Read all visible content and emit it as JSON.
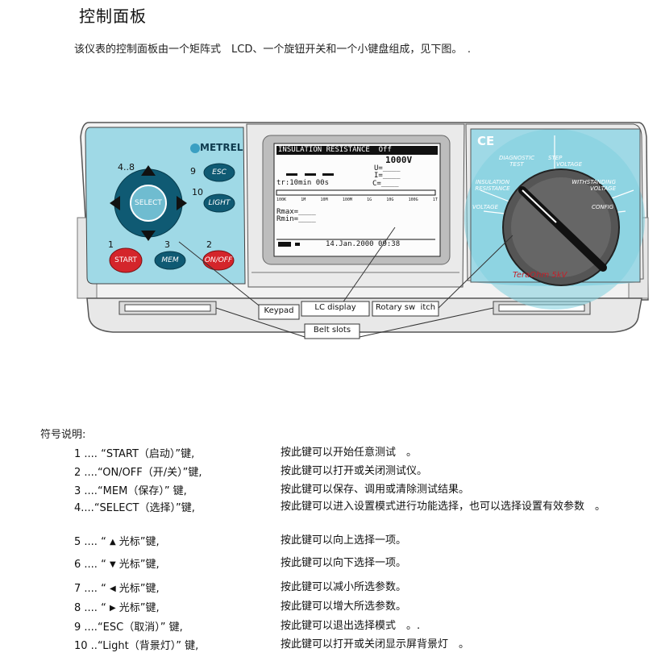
{
  "page": {
    "title": "控制面板",
    "intro": "该仪表的控制面板由一个矩阵式　LCD、一个旋钮开关和一个小键盘组成，见下图。　."
  },
  "device": {
    "brand": "METREL",
    "model": "TeraOhm 5kV",
    "ce_mark": "CE",
    "keys": {
      "select": "SELECT",
      "esc": "ESC",
      "light": "LIGHT",
      "start": "START",
      "mem": "MEM",
      "onoff": "ON/OFF"
    },
    "key_numbers": {
      "arrows": "4..8",
      "esc": "9",
      "light": "10",
      "start": "1",
      "mem": "3",
      "onoff": "2"
    },
    "lcd": {
      "line1": "INSULATION RESISTANCE  Off",
      "voltage": "1000V",
      "u": "U=____",
      "i": "I=____",
      "c": "C=____",
      "tr": "tr:10min 00s",
      "scale": [
        "100K",
        "1M",
        "10M",
        "100M",
        "1G",
        "10G",
        "100G",
        "1T"
      ],
      "rmax": "Rmax=____",
      "rmin": "Rmin=____",
      "date": "14.Jan.2000 09:38"
    },
    "rotary_labels": {
      "diagnostic": [
        "DIAGNOSTIC",
        "TEST"
      ],
      "step": [
        "STEP",
        "VOLTAGE"
      ],
      "insulation": [
        "INSULATION",
        "RESISTANCE"
      ],
      "withstanding": [
        "WITHSTANDING",
        "VOLTAGE"
      ],
      "voltage": "VOLTAGE",
      "config": "CONFIG"
    },
    "callouts": {
      "keypad": "Keypad",
      "lc_display": "LC display",
      "rotary_switch": "Rotary sw  itch",
      "belt_slots": "Belt slots"
    }
  },
  "legend": {
    "header": "符号说明:",
    "items": [
      {
        "num": "1 ....",
        "key": "“START（启动）”键,",
        "desc": "按此键可以开始任意测试　。"
      },
      {
        "num": "2 ....",
        "key": "“ON/OFF（开/关）”键,",
        "desc": "按此键可以打开或关闭测试仪。"
      },
      {
        "num": "3 ....",
        "key": "“MEM（保存）” 键,",
        "desc": "按此键可以保存、调用或清除测试结果。"
      },
      {
        "num": "4....",
        "key": "“SELECT（选择）”键,",
        "desc": "按此键可以进入设置模式进行功能选择，也可以选择设置有效参数　。"
      },
      {
        "num": "5 ....",
        "key": "光标”键,",
        "glyph": "▲",
        "desc": "按此键可以向上选择一项。"
      },
      {
        "num": "6 ....",
        "key": "光标”键,",
        "glyph": "▼",
        "desc": "按此键可以向下选择一项。"
      },
      {
        "num": "7 ....",
        "key": "光标”键,",
        "glyph": "◀",
        "desc": "按此键可以减小所选参数。"
      },
      {
        "num": "8 ....",
        "key": "光标”键,",
        "glyph": "▶",
        "desc": "按此键可以增大所选参数。"
      },
      {
        "num": "9 ....",
        "key": "“ESC（取消）” 键,",
        "desc": "按此键可以退出选择模式　。."
      },
      {
        "num": "10 ..",
        "key": "“Light（背景灯）” 键,",
        "desc": "按此键可以打开或关闭显示屏背景灯　。"
      }
    ]
  }
}
